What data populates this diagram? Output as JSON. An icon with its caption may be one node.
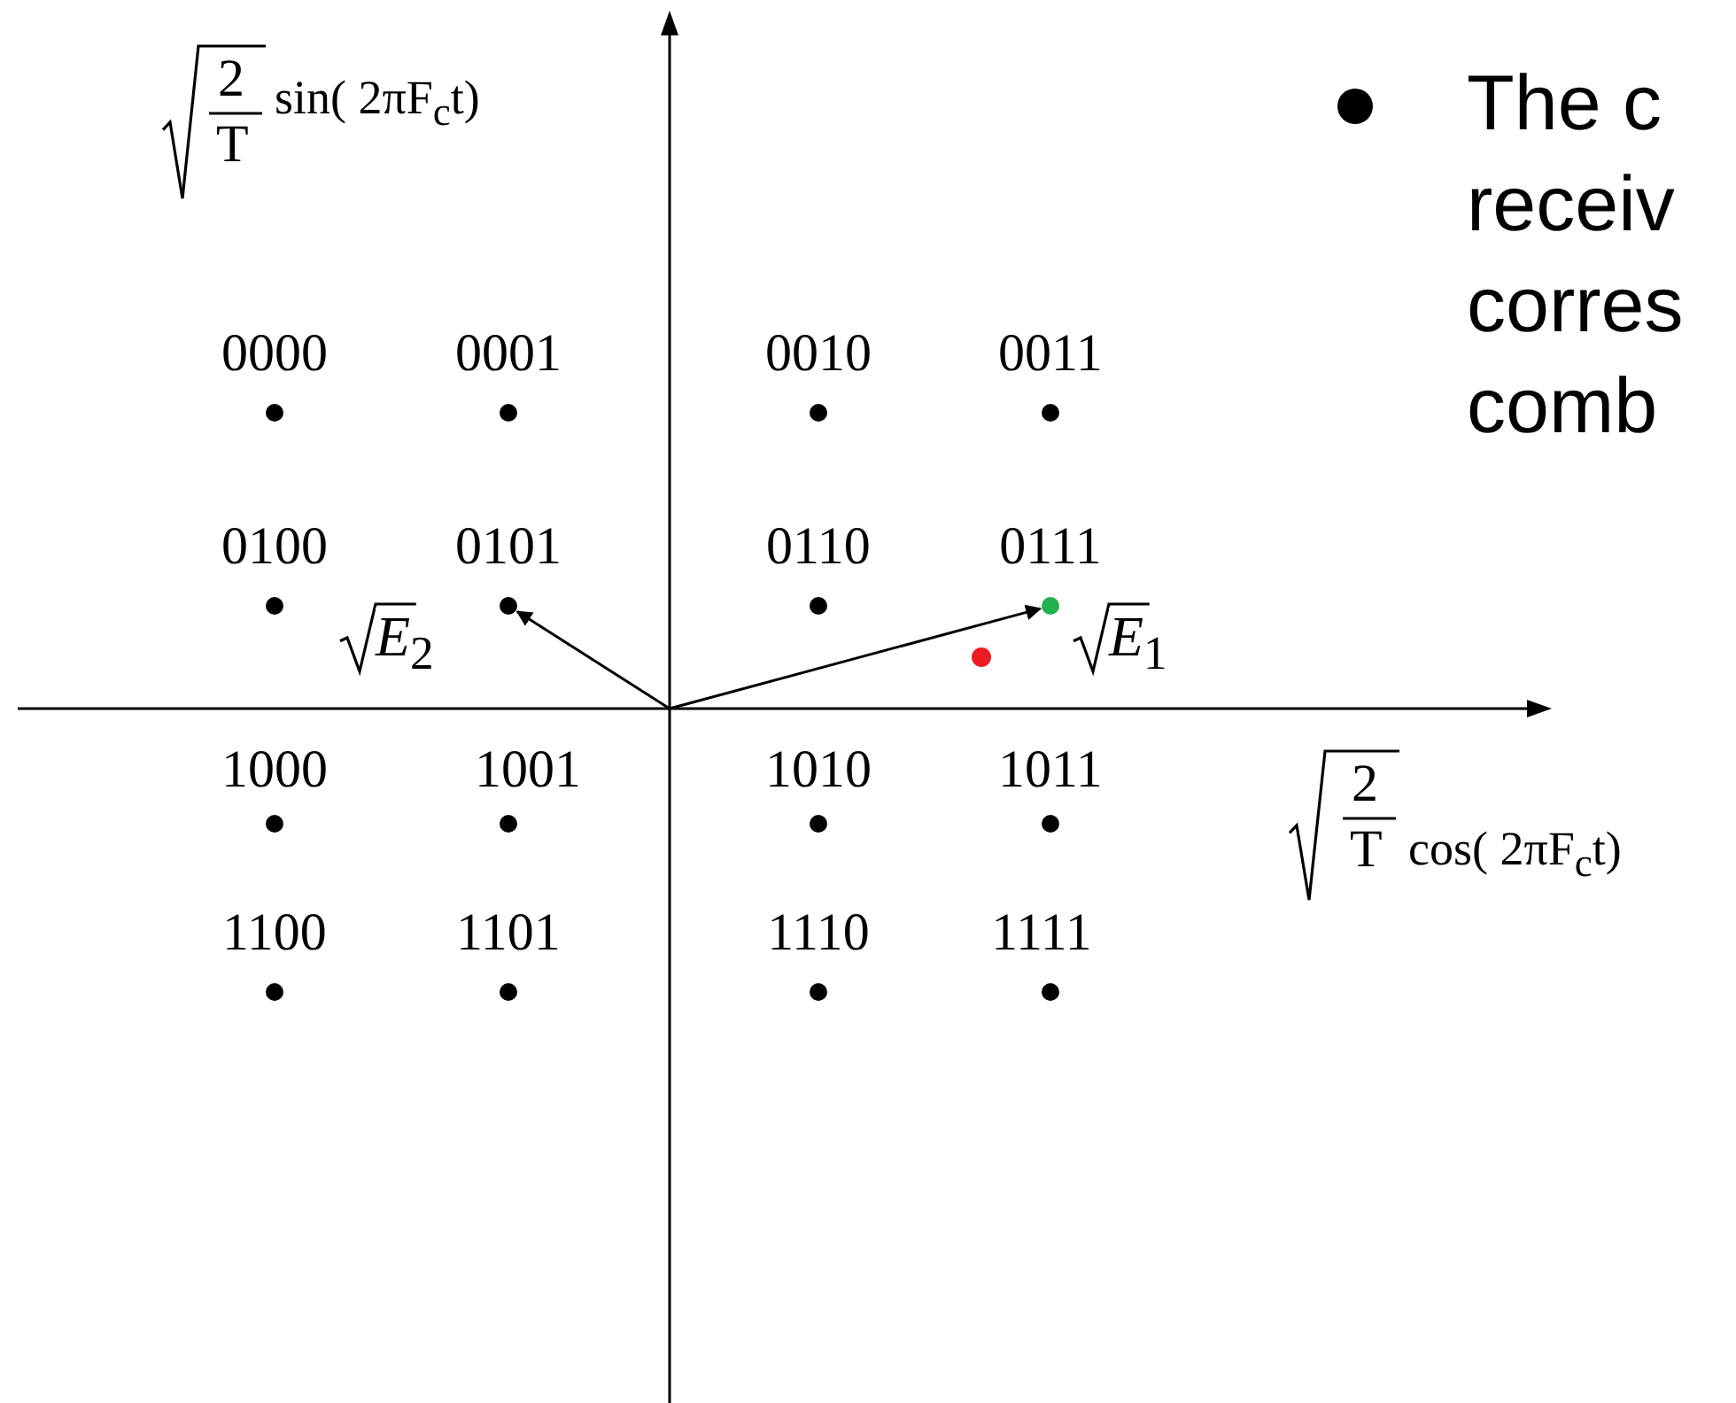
{
  "diagram": {
    "nodes": [
      {
        "text": [],
        "shape": "circle",
        "beside": [
          "0000"
        ]
      },
      {
        "text": [],
        "shape": "circle",
        "beside": [
          "0001"
        ]
      },
      {
        "text": [],
        "shape": "circle",
        "beside": [
          "0010"
        ]
      },
      {
        "text": [],
        "shape": "circle",
        "beside": [
          "0011"
        ]
      },
      {
        "text": [],
        "shape": "circle",
        "beside": [
          "0100"
        ]
      },
      {
        "text": [],
        "shape": "circle",
        "beside": [
          "0101"
        ]
      },
      {
        "text": [],
        "shape": "circle",
        "beside": [
          "0110"
        ]
      },
      {
        "text": [],
        "shape": "circle",
        "beside": [
          "0111"
        ]
      },
      {
        "text": [],
        "shape": "circle",
        "beside": [
          "1000"
        ]
      },
      {
        "text": [],
        "shape": "circle",
        "beside": [
          "1001"
        ]
      },
      {
        "text": [],
        "shape": "circle",
        "beside": [
          "1010"
        ]
      },
      {
        "text": [],
        "shape": "circle",
        "beside": [
          "1011"
        ]
      },
      {
        "text": [],
        "shape": "circle",
        "beside": [
          "1100"
        ]
      },
      {
        "text": [],
        "shape": "circle",
        "beside": [
          "1101"
        ]
      },
      {
        "text": [],
        "shape": "circle",
        "beside": [
          "1110"
        ]
      },
      {
        "text": [],
        "shape": "circle",
        "beside": [
          "1111"
        ]
      }
    ],
    "edges": [
      {
        "from": null,
        "to": 5,
        "arrow": "to",
        "label": "*E*$_{2}$"
      },
      {
        "from": null,
        "to": 7,
        "arrow": "to",
        "label": "*E*$_{1}$"
      }
    ],
    "labels": [
      "2",
      "T",
      "sin( 2πF$_{c}$t)",
      "2",
      "T",
      "cos( 2πF$_{c}$t)",
      "The c receiv corres comb"
    ]
  }
}
